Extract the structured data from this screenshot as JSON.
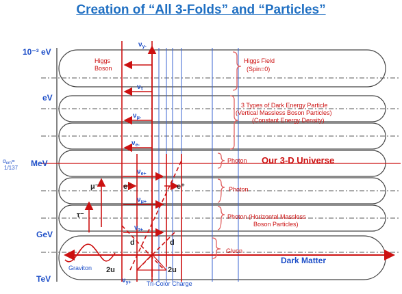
{
  "title": "Creation of “All 3-Folds” and  “Particles”",
  "energy_scale": {
    "e1": "10⁻³ eV",
    "e2": "eV",
    "e3": "MeV",
    "e4": "GeV",
    "e5": "TeV"
  },
  "alpha": {
    "symbol": "α",
    "sub": "em",
    "eq": "=",
    "value": "1/137"
  },
  "labels": {
    "higgs_boson_1": "Higgs",
    "higgs_boson_2": "Boson",
    "higgs_field_1": "Higgs Field",
    "higgs_field_2": "(Spin=0)",
    "dark_energy_1": "3 Types of Dark Energy Particle",
    "dark_energy_2": "(Vertical Massless Boson Particles)",
    "dark_energy_3": "(Constant Energy Density)",
    "photon_1": "Photon",
    "our_universe": "Our 3-D Universe",
    "photon_2": "Photon",
    "photon_3a": "Photon (Horizontal Massless",
    "photon_3b": "Boson Particles)",
    "gluon": "Gluon",
    "dark_matter": "Dark Matter",
    "graviton": "Graviton",
    "tri_color": "Tri-Color Charge"
  },
  "particles": {
    "v_y_minus": "ν",
    "v_y_minus_sub": "y-",
    "v_tau": "ν",
    "v_tau_sub": "τ",
    "v_mu": "ν",
    "v_mu_sub": "μ-",
    "v_e": "ν",
    "v_e_sub": "e-",
    "v_e_plus": "ν",
    "v_e_plus_sub": "e+",
    "v_mu_plus": "ν",
    "v_mu_plus_sub": "μ+",
    "v_tau_plus": "ν",
    "v_tau_plus_sub": "τ+",
    "v_y_plus": "ν",
    "v_y_plus_sub": "y+",
    "electron_minus": "e⁻",
    "electron_plus": "e⁺",
    "muon": "μ⁻",
    "tau": "τ⁻",
    "d_left": "d",
    "d_right": "d",
    "u_left": "2u",
    "u_right": "2u"
  },
  "colors": {
    "title": "#1f6fc2",
    "red": "#cc1111",
    "blue": "#1e4fc8",
    "axis": "#333333",
    "brace": "#e06060"
  }
}
